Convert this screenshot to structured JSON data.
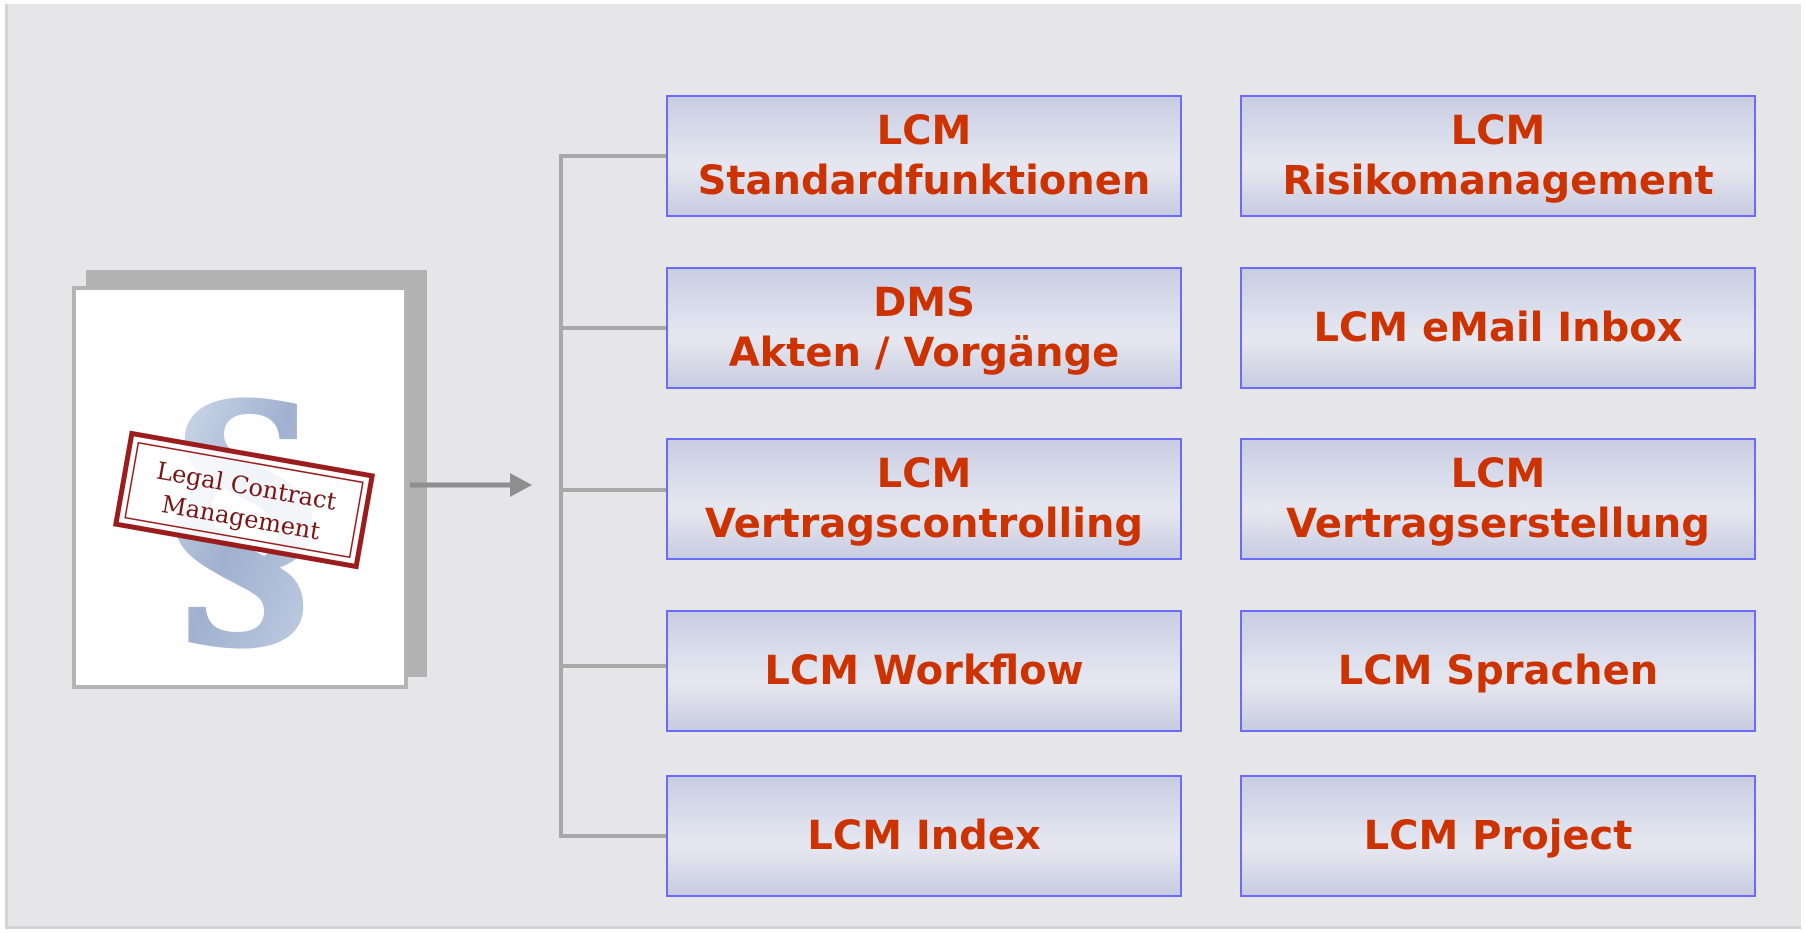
{
  "logo": {
    "stamp_text_line1": "Legal Contract",
    "stamp_text_line2": "Management"
  },
  "modules": [
    {
      "id": "standardfunktionen",
      "label": "LCM\nStandardfunktionen"
    },
    {
      "id": "risikomanagement",
      "label": "LCM\nRisikomanagement"
    },
    {
      "id": "dms-akten",
      "label": "DMS\nAkten / Vorgänge"
    },
    {
      "id": "email-inbox",
      "label": "LCM eMail Inbox"
    },
    {
      "id": "vertragscontrolling",
      "label": "LCM\nVertragscontrolling"
    },
    {
      "id": "vertragserstellung",
      "label": "LCM\nVertragserstellung"
    },
    {
      "id": "workflow",
      "label": "LCM Workflow"
    },
    {
      "id": "sprachen",
      "label": "LCM Sprachen"
    },
    {
      "id": "index",
      "label": "LCM Index"
    },
    {
      "id": "project",
      "label": "LCM Project"
    }
  ],
  "colors": {
    "text_accent": "#cc3300",
    "box_border": "#6b6bff",
    "stamp": "#9b1c1c",
    "connector": "#a8a8a8"
  }
}
